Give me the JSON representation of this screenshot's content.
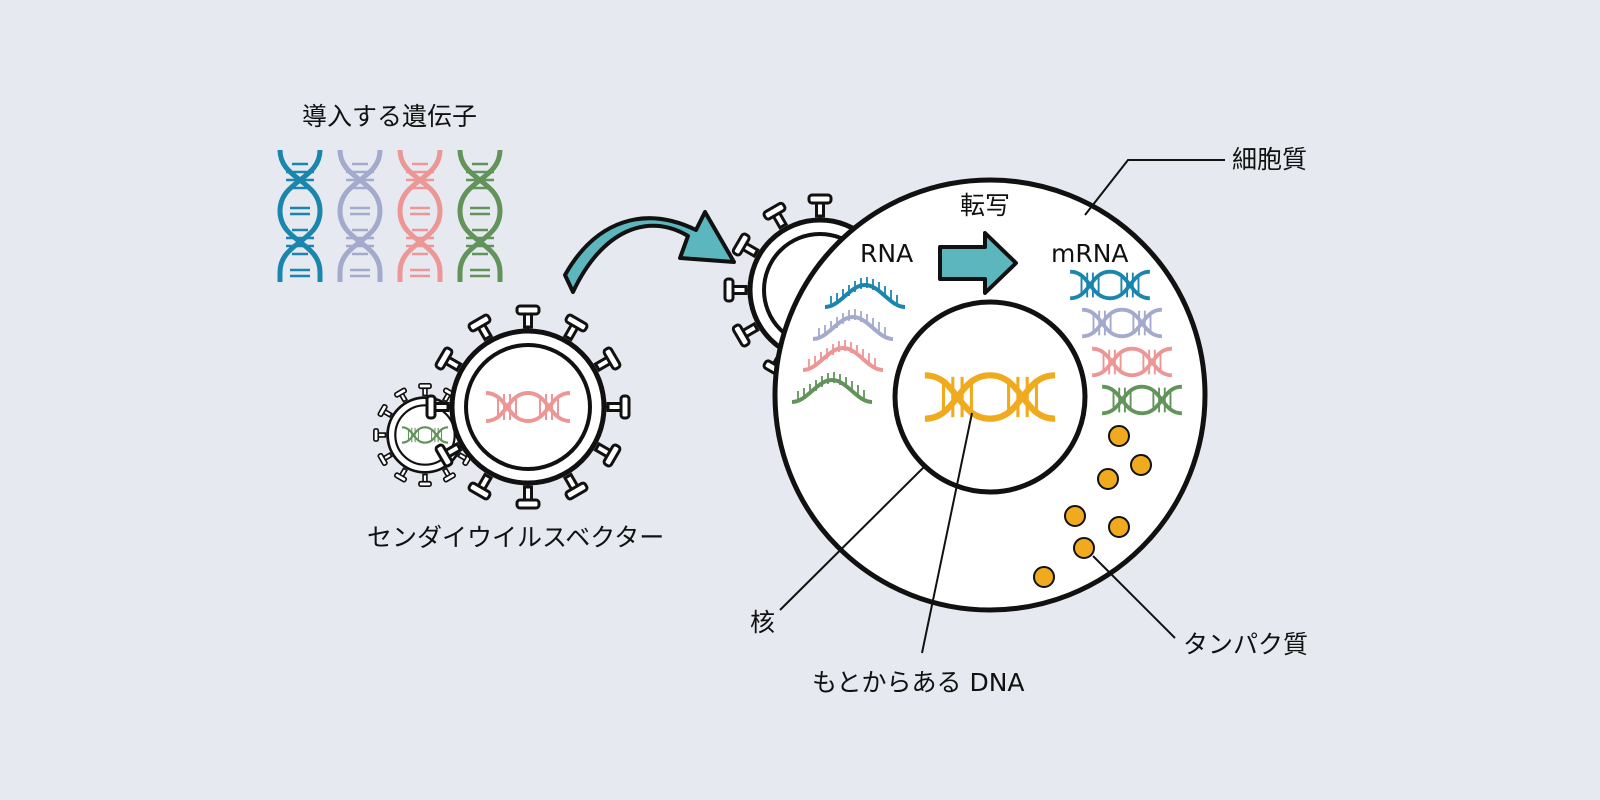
{
  "labels": {
    "genes_to_introduce": "導入する遺伝子",
    "sendai_vector": "センダイウイルスベクター",
    "cytoplasm": "細胞質",
    "transcription": "転写",
    "rna": "RNA",
    "mrna": "mRNA",
    "nucleus": "核",
    "original_dna": "もとからある DNA",
    "protein": "タンパク質"
  },
  "colors": {
    "background": "#e6e9f0",
    "teal_arrow": "#5bb7bd",
    "blue": "#1a86ad",
    "lavender": "#a3aacb",
    "pink": "#ec9696",
    "green": "#62935b",
    "gold": "#f0aa1e"
  },
  "icons": [
    "dna-helix-icon",
    "rna-strand-icon",
    "virus-icon",
    "arrow-icon",
    "protein-dot-icon"
  ]
}
